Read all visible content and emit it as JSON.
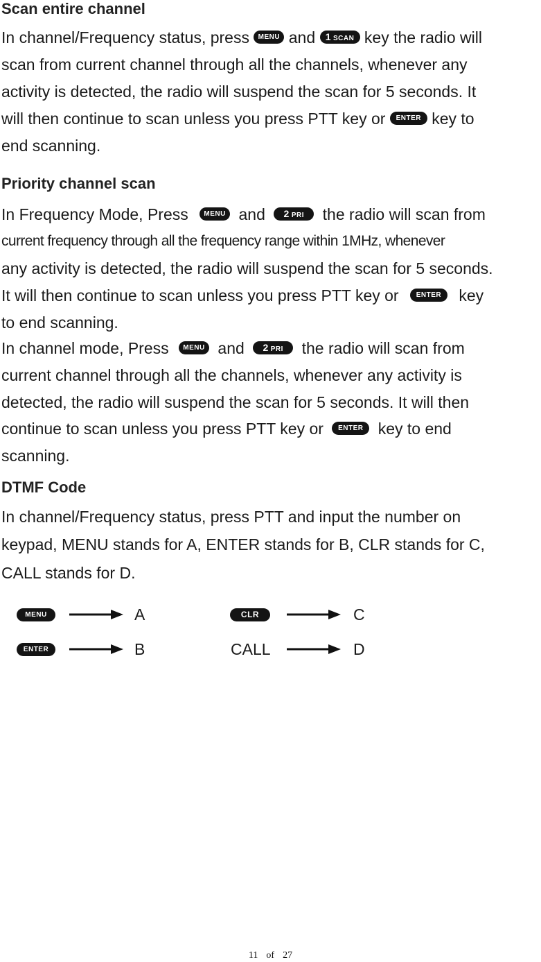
{
  "sections": {
    "scan_entire": {
      "title": "Scan entire channel",
      "l1a": "In channel/Frequency status, press",
      "l1b": "and",
      "l1c": "key the radio will",
      "l2": "scan from current channel through all the channels, whenever any",
      "l3": "activity is detected, the radio will suspend the scan for 5 seconds. It",
      "l4a": "will then continue to scan unless you press PTT key or",
      "l4b": "key to",
      "l5": "end scanning."
    },
    "priority": {
      "title": "Priority channel scan",
      "p1a": "In Frequency Mode, Press",
      "p1b": "and",
      "p1c": "the radio will scan from",
      "p2": "current frequency through all the frequency range within 1MHz, whenever",
      "p3": "any activity is detected, the radio will suspend the scan for 5 seconds.",
      "p4a": "It will then continue to scan unless you press PTT key or",
      "p4b": "key",
      "p5": "to end scanning.",
      "q1a": "In channel mode, Press",
      "q1b": "and",
      "q1c": "the radio will scan from",
      "q2": "current channel through all the channels, whenever any activity is",
      "q3": "detected, the radio will suspend the scan for 5 seconds. It will then",
      "q4a": "continue to scan unless you press PTT key or",
      "q4b": "key to end",
      "q5": "scanning."
    },
    "dtmf": {
      "title": "DTMF Code",
      "d1": "In channel/Frequency status, press PTT and input the number on",
      "d2": "keypad, MENU stands for A, ENTER stands for B, CLR stands for C,",
      "d3": "CALL stands for D.",
      "map": {
        "a": "A",
        "b": "B",
        "c": "C",
        "d": "D",
        "call": "CALL"
      }
    }
  },
  "keys": {
    "menu": "MENU",
    "scan_num": "1",
    "scan": "SCAN",
    "enter": "ENTER",
    "pri_num": "2",
    "pri": "PRI",
    "clr": "CLR"
  },
  "footer": {
    "page": "11",
    "of": "of",
    "total": "27"
  }
}
